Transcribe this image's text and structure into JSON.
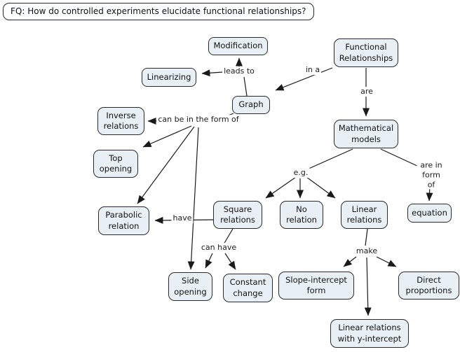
{
  "title": "FQ: How do controlled experiments elucidate functional relationships?",
  "nodes": {
    "modification": {
      "label": "Modification"
    },
    "functional_relationships": {
      "label": "Functional\nRelationships"
    },
    "linearizing": {
      "label": "Linearizing"
    },
    "graph": {
      "label": "Graph"
    },
    "inverse_relations": {
      "label": "Inverse\nrelations"
    },
    "mathematical_models": {
      "label": "Mathematical\nmodels"
    },
    "top_opening": {
      "label": "Top\nopening"
    },
    "parabolic_relation": {
      "label": "Parabolic\nrelation"
    },
    "square_relations": {
      "label": "Square\nrelations"
    },
    "no_relation": {
      "label": "No\nrelation"
    },
    "linear_relations": {
      "label": "Linear\nrelations"
    },
    "equation": {
      "label": "equation"
    },
    "side_opening": {
      "label": "Side\nopening"
    },
    "constant_change": {
      "label": "Constant\nchange"
    },
    "slope_intercept_form": {
      "label": "Slope-intercept\nform"
    },
    "direct_proportions": {
      "label": "Direct\nproportions"
    },
    "linear_y_intercept": {
      "label": "Linear relations\nwith y-intercept"
    }
  },
  "links": [
    {
      "from": "Graph",
      "label": "leads to",
      "to": [
        "Modification",
        "Linearizing"
      ]
    },
    {
      "from": "Functional Relationships",
      "label": "in a",
      "to": [
        "Graph"
      ]
    },
    {
      "from": "Functional Relationships",
      "label": "are",
      "to": [
        "Mathematical models"
      ]
    },
    {
      "from": "Graph",
      "label": "can be in the form of",
      "to": [
        "Inverse relations",
        "Top opening",
        "Parabolic relation",
        "Side opening"
      ]
    },
    {
      "from": "Mathematical models",
      "label": "e.g.",
      "to": [
        "Square relations",
        "No relation",
        "Linear relations"
      ]
    },
    {
      "from": "Mathematical models",
      "label": "are in\nform of",
      "to": [
        "equation"
      ]
    },
    {
      "from": "Square relations",
      "label": "have",
      "to": [
        "Parabolic relation"
      ]
    },
    {
      "from": "Square relations",
      "label": "can have",
      "to": [
        "Side opening",
        "Constant change"
      ]
    },
    {
      "from": "Linear relations",
      "label": "make",
      "to": [
        "Slope-intercept form",
        "Direct proportions",
        "Linear relations with y-intercept"
      ]
    }
  ],
  "colors": {
    "node_fill": "#e9f0f5",
    "node_border": "#2b2b2b",
    "line_color": "#1a1a1a",
    "background": "#ffffff",
    "text": "#111111"
  }
}
